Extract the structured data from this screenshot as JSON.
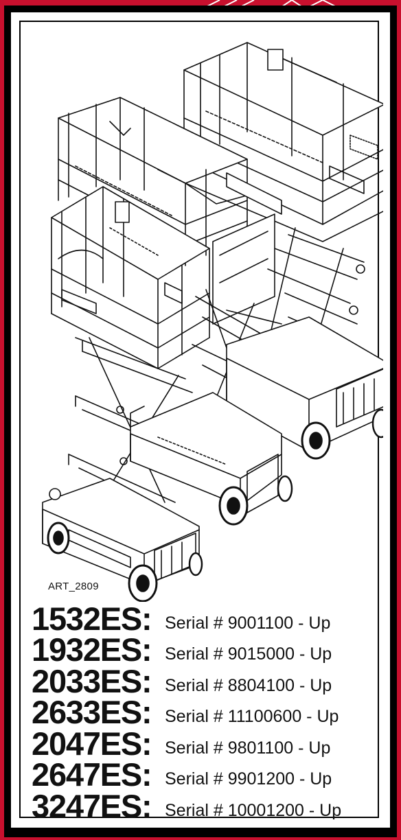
{
  "art_code": "ART_2809",
  "models": [
    {
      "model": "1532ES:",
      "serial": "Serial # 9001100 - Up"
    },
    {
      "model": "1932ES:",
      "serial": "Serial # 9015000 - Up"
    },
    {
      "model": "2033ES:",
      "serial": "Serial # 8804100 - Up"
    },
    {
      "model": "2633ES:",
      "serial": "Serial # 11100600 - Up"
    },
    {
      "model": "2047ES:",
      "serial": "Serial # 9801100 - Up"
    },
    {
      "model": "2647ES:",
      "serial": "Serial # 9901200 - Up"
    },
    {
      "model": "3247ES:",
      "serial": "Serial # 10001200 - Up"
    }
  ],
  "colors": {
    "border": "#c8102e",
    "ink": "#111111",
    "paper": "#ffffff"
  }
}
